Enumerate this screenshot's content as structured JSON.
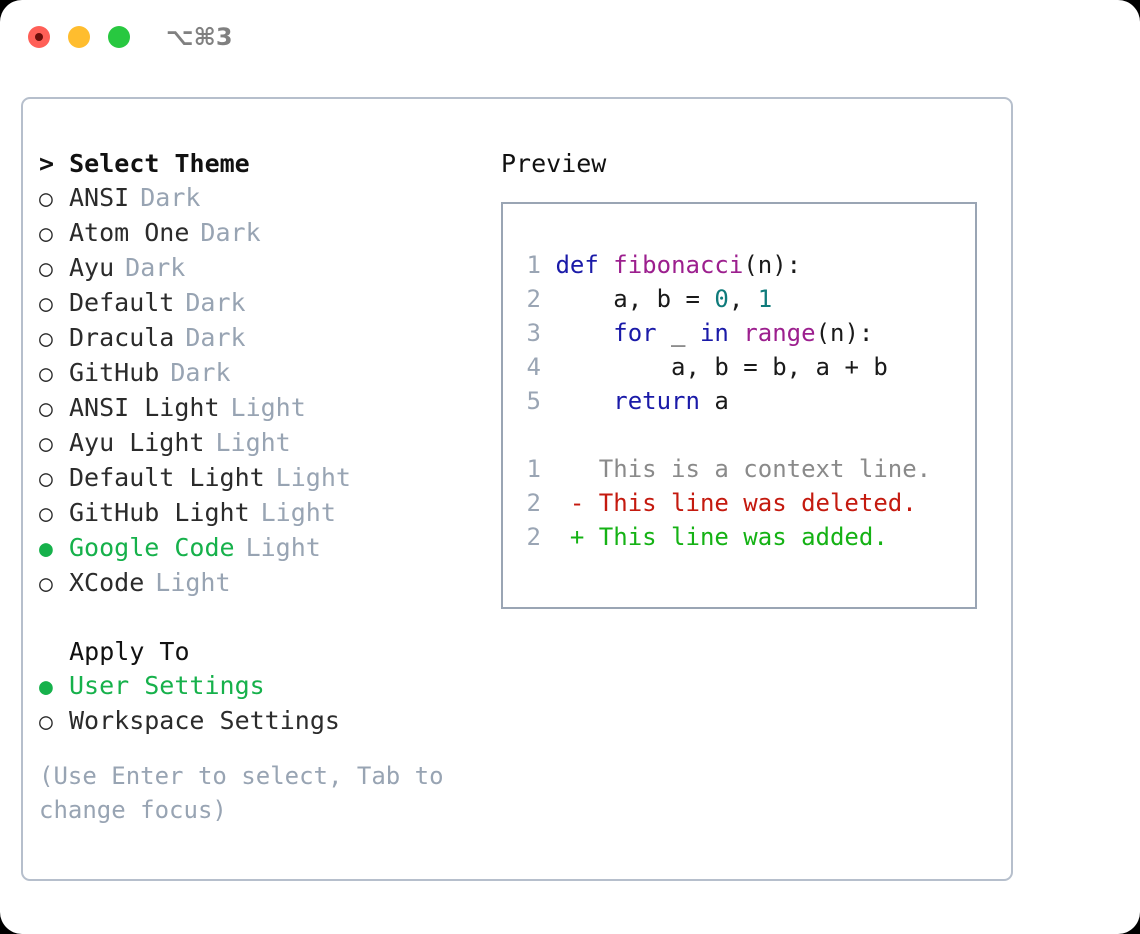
{
  "titlebar": {
    "shortcut": "⌥⌘3",
    "buttons": [
      "close",
      "minimize",
      "maximize"
    ]
  },
  "theme_section": {
    "prefix": "> ",
    "title": "Select Theme",
    "items": [
      {
        "bullet": "○",
        "label": "ANSI",
        "tag": "Dark",
        "selected": false
      },
      {
        "bullet": "○",
        "label": "Atom One",
        "tag": "Dark",
        "selected": false
      },
      {
        "bullet": "○",
        "label": "Ayu",
        "tag": "Dark",
        "selected": false
      },
      {
        "bullet": "○",
        "label": "Default",
        "tag": "Dark",
        "selected": false
      },
      {
        "bullet": "○",
        "label": "Dracula",
        "tag": "Dark",
        "selected": false
      },
      {
        "bullet": "○",
        "label": "GitHub",
        "tag": "Dark",
        "selected": false
      },
      {
        "bullet": "○",
        "label": "ANSI Light",
        "tag": "Light",
        "selected": false
      },
      {
        "bullet": "○",
        "label": "Ayu Light",
        "tag": "Light",
        "selected": false
      },
      {
        "bullet": "○",
        "label": "Default Light",
        "tag": "Light",
        "selected": false
      },
      {
        "bullet": "○",
        "label": "GitHub Light",
        "tag": "Light",
        "selected": false
      },
      {
        "bullet": "●",
        "label": "Google Code",
        "tag": "Light",
        "selected": true
      },
      {
        "bullet": "○",
        "label": "XCode",
        "tag": "Light",
        "selected": false
      }
    ]
  },
  "apply_section": {
    "prefix": "  ",
    "title": "Apply To",
    "items": [
      {
        "bullet": "●",
        "label": "User Settings",
        "selected": true
      },
      {
        "bullet": "○",
        "label": "Workspace Settings",
        "selected": false
      }
    ]
  },
  "hint": "(Use Enter to select, Tab to change focus)",
  "preview": {
    "title": "Preview",
    "code_lines": [
      {
        "no": "1",
        "tokens": [
          {
            "t": "def",
            "c": "kw"
          },
          {
            "t": " ",
            "c": "def"
          },
          {
            "t": "fibonacci",
            "c": "fn"
          },
          {
            "t": "(n):",
            "c": "def"
          }
        ]
      },
      {
        "no": "2",
        "tokens": [
          {
            "t": "    a, b = ",
            "c": "def"
          },
          {
            "t": "0",
            "c": "num"
          },
          {
            "t": ", ",
            "c": "def"
          },
          {
            "t": "1",
            "c": "num"
          }
        ]
      },
      {
        "no": "3",
        "tokens": [
          {
            "t": "    ",
            "c": "def"
          },
          {
            "t": "for",
            "c": "kw"
          },
          {
            "t": " _ ",
            "c": "def"
          },
          {
            "t": "in",
            "c": "kw"
          },
          {
            "t": " ",
            "c": "def"
          },
          {
            "t": "range",
            "c": "fn"
          },
          {
            "t": "(n):",
            "c": "def"
          }
        ]
      },
      {
        "no": "4",
        "tokens": [
          {
            "t": "        a, b = b, a + b",
            "c": "def"
          }
        ]
      },
      {
        "no": "5",
        "tokens": [
          {
            "t": "    ",
            "c": "def"
          },
          {
            "t": "return",
            "c": "kw"
          },
          {
            "t": " a",
            "c": "def"
          }
        ]
      }
    ],
    "diff_lines": [
      {
        "no": "1",
        "marker": "  ",
        "text": "This is a context line.",
        "kind": "ctx"
      },
      {
        "no": "2",
        "marker": "- ",
        "text": "This line was deleted.",
        "kind": "del"
      },
      {
        "no": "2",
        "marker": "+ ",
        "text": "This line was added.",
        "kind": "add"
      }
    ]
  },
  "colors": {
    "selected_green": "#16b14b",
    "tag_gray": "#98a4b3",
    "keyword_blue": "#1a1aa8",
    "function_magenta": "#9c1f8e",
    "number_teal": "#0f7b7b",
    "diff_delete_red": "#c41a0f",
    "diff_add_green": "#15b215",
    "traffic_red": "#ff5f57",
    "traffic_yellow": "#ffbd2e",
    "traffic_green": "#28c840"
  }
}
